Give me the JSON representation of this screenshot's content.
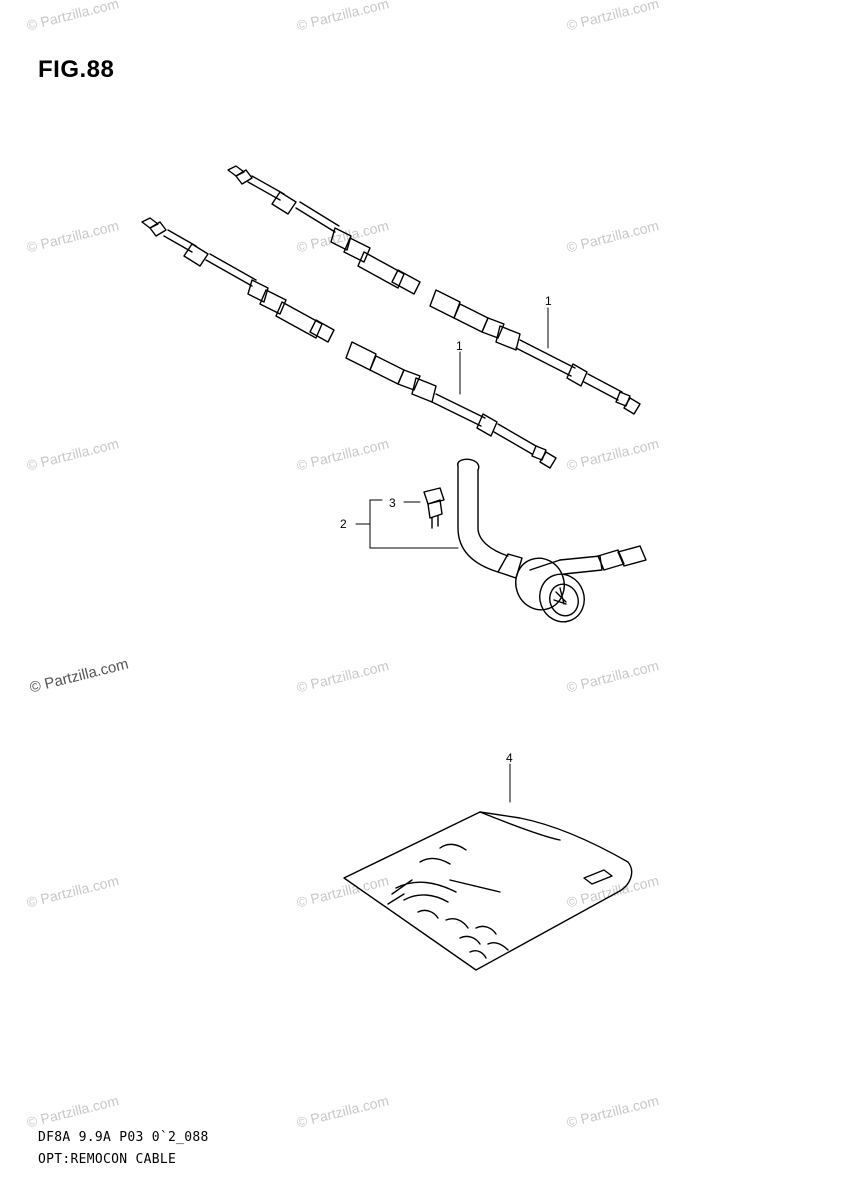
{
  "figure": {
    "title": "FIG.88",
    "drawing_code": "DF8A 9.9A P03 0`2_088",
    "description": "OPT:REMOCON CABLE"
  },
  "watermark": {
    "text": "© Partzilla.com",
    "highlight_text": "© Partzilla.com"
  },
  "callouts": [
    {
      "number": "1"
    },
    {
      "number": "1"
    },
    {
      "number": "2"
    },
    {
      "number": "3"
    },
    {
      "number": "4"
    }
  ]
}
